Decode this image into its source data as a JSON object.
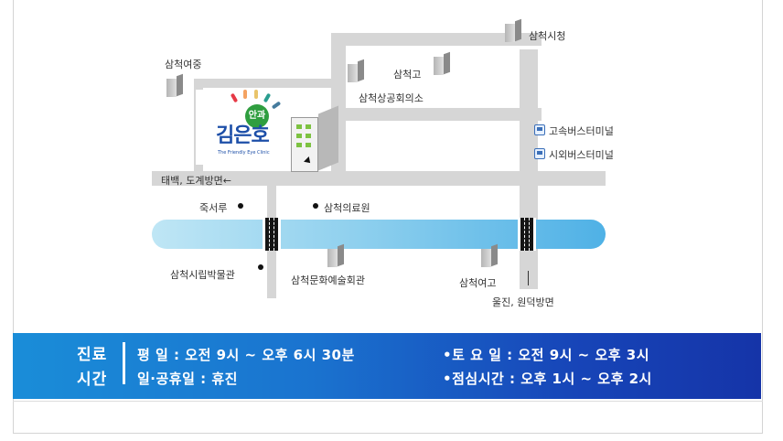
{
  "map": {
    "labels": {
      "samcheok_city_hall": "삼척시청",
      "samcheok_girls_middle": "삼척여중",
      "samcheok_high": "삼척고",
      "chamber_of_commerce": "삼척상공회의소",
      "express_bus_terminal": "고속버스터미널",
      "intercity_bus_terminal": "시외버스터미널",
      "to_taebaek_donghae": "태백, 도계방면←",
      "juksoru": "죽서루",
      "samcheok_medical_center": "삼척의료원",
      "samcheok_museum": "삼척시립박물관",
      "samcheok_culture_hall": "삼척문화예술회관",
      "samcheok_girls_high": "삼척여고",
      "to_uljin_wondeok": "울진, 원덕방면"
    },
    "clinic_logo": {
      "name": "김은호",
      "badge": "안과",
      "tagline": "The Friendly Eye Clinic"
    }
  },
  "hours": {
    "title_line1": "진료",
    "title_line2": "시간",
    "weekday": "평  일 : 오전 9시 ~ 오후 6시 30분",
    "holiday": "일·공휴일 : 휴진",
    "saturday": "•토 요 일 : 오전 9시 ~ 오후 3시",
    "lunch": "•점심시간 : 오후 1시 ~ 오후 2시"
  },
  "colors": {
    "band_start": "#1a8dd8",
    "band_end": "#1534a8",
    "river": "#4fb1e6",
    "road": "#d6d6d6"
  }
}
